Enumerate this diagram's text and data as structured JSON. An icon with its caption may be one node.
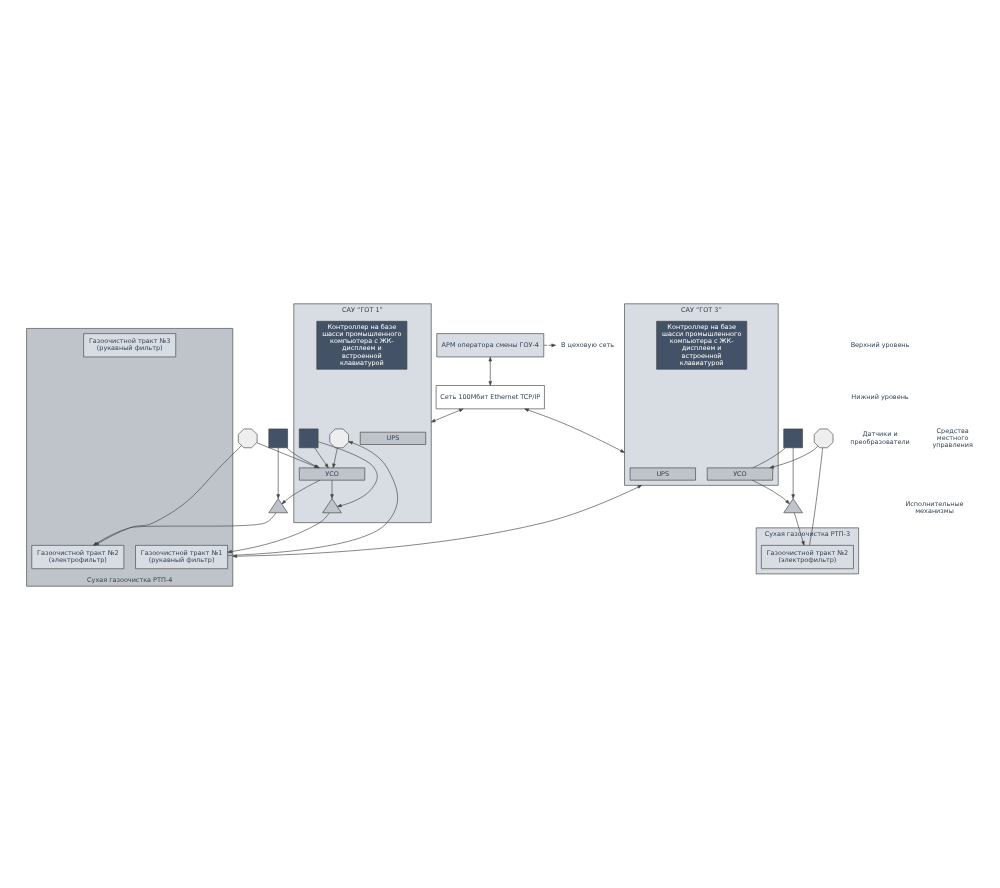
{
  "diagram": {
    "nodes": [
      {
        "text": [
          "АРМ оператора смены ГОУ-4"
        ]
      },
      {
        "text": [
          "В цеховую сеть"
        ]
      },
      {
        "text": [
          "Сеть 100Мбит Ethernet TCP/IP"
        ]
      },
      {
        "text": [
          "САУ “ГОТ 1”"
        ]
      },
      {
        "text": [
          "UPS"
        ],
        "in": 3
      },
      {
        "text": [
          "Контроллер на базе шасси промышленного компьютера с ЖК-дисплеем и встроенной клавиатурой"
        ],
        "in": 3
      },
      {
        "text": [
          "УСО"
        ],
        "in": 3
      },
      {
        "text": [],
        "shape": "octagon",
        "in": 3
      },
      {
        "text": [],
        "shape": "triangle",
        "in": 3
      },
      {
        "text": [],
        "shape": "box",
        "in": 3
      },
      {
        "text": [
          "САУ “ГОТ 3”"
        ]
      },
      {
        "text": [
          "UPS"
        ],
        "in": 10
      },
      {
        "text": [
          "Контроллер на базе шасси промышленного компьютера с ЖК-дисплеем и встроенной клавиатурой"
        ],
        "in": 10
      },
      {
        "text": [
          "УСО"
        ],
        "in": 10
      },
      {
        "text": [
          "Сухая газоочистка РТП-3"
        ]
      },
      {
        "text": [
          "Газоочистной тракт №2 (электрофильтр)"
        ],
        "in": 14
      },
      {
        "text": [],
        "shape": "octagon"
      },
      {
        "text": [],
        "shape": "triangle"
      },
      {
        "text": [],
        "shape": "triangle"
      },
      {
        "text": [],
        "shape": "octagon"
      },
      {
        "text": [],
        "shape": "box"
      },
      {
        "text": [],
        "shape": "box"
      },
      {
        "text": [
          "Сухая газоочистка РТП-4"
        ]
      },
      {
        "text": [
          "Газоочистной тракт №1 (рукавный фильтр)"
        ],
        "in": 22
      },
      {
        "text": [
          "Газоочистной тракт №2 (электрофильтр)"
        ],
        "in": 22
      },
      {
        "text": [
          "Газоочистной тракт №3 (рукавный фильтр)"
        ],
        "in": 22
      }
    ],
    "edges": [
      {
        "from": 0,
        "to": 1,
        "arrow": "to",
        "style": "dashed"
      },
      {
        "from": 0,
        "to": 2,
        "arrow": "both"
      },
      {
        "from": 2,
        "to": 3,
        "arrow": "both"
      },
      {
        "from": 2,
        "to": 10,
        "arrow": "both"
      },
      {
        "from": 7,
        "to": 6,
        "arrow": "to"
      },
      {
        "from": 6,
        "to": 8,
        "arrow": "to"
      },
      {
        "from": 9,
        "to": 6,
        "arrow": "to"
      },
      {
        "from": 9,
        "to": 8,
        "arrow": "to"
      },
      {
        "from": 23,
        "to": 7,
        "arrow": "to"
      },
      {
        "from": 8,
        "to": 23,
        "arrow": "to"
      },
      {
        "from": 16,
        "to": 6,
        "arrow": "to"
      },
      {
        "from": 6,
        "to": 17,
        "arrow": "to"
      },
      {
        "from": 20,
        "to": 6,
        "arrow": "to"
      },
      {
        "from": 20,
        "to": 17,
        "arrow": "to"
      },
      {
        "from": 16,
        "to": 24,
        "arrow": "to"
      },
      {
        "from": 17,
        "to": 24,
        "arrow": "to"
      },
      {
        "from": 18,
        "to": 15,
        "arrow": "to"
      },
      {
        "from": 15,
        "to": 19,
        "arrow": "none"
      },
      {
        "from": 19,
        "to": 13,
        "arrow": "to"
      },
      {
        "from": 13,
        "to": 18,
        "arrow": "to"
      },
      {
        "from": 21,
        "to": 18,
        "arrow": "to"
      },
      {
        "from": 21,
        "to": 13,
        "arrow": "none"
      },
      {
        "from": 10,
        "to": 22,
        "arrow": "both"
      }
    ],
    "labels": [
      "Верхний уровень",
      "Нижний уровень",
      "Датчики и преобразователи",
      "Исполнительные механизмы",
      "Средства местного управления"
    ]
  }
}
